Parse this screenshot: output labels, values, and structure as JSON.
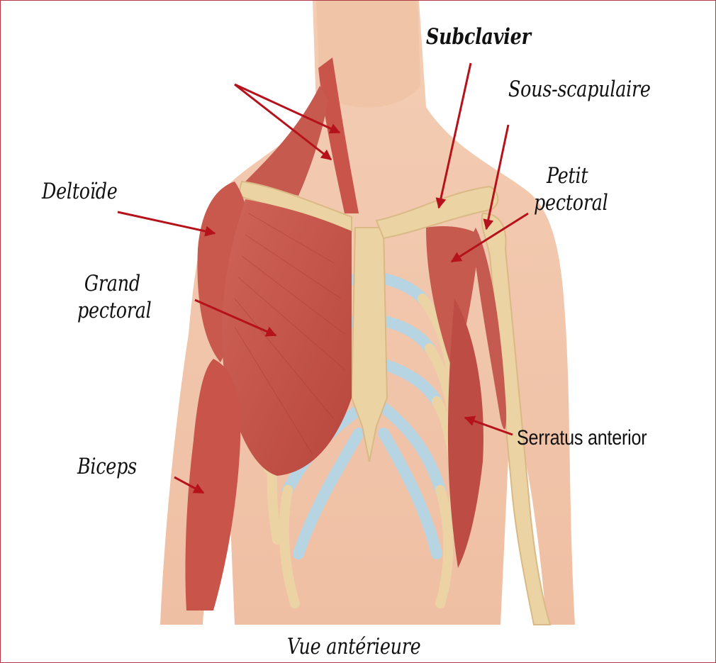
{
  "labels": {
    "subclavier": "Subclavier",
    "sous_scapulaire": "Sous-scapulaire",
    "petit_pectoral": [
      "Petit",
      "pectoral"
    ],
    "deltoide": "Deltoïde",
    "grand_pectoral": [
      "Grand",
      "pectoral"
    ],
    "biceps": "Biceps",
    "serratus_anterior": "Serratus anterior",
    "caption": "Vue antérieure"
  },
  "colors": {
    "frame": "#b23a48",
    "arrow": "#b5121b",
    "skin": "#f2c4a8",
    "muscle": "#c9544a",
    "muscle_dark": "#a63a33",
    "bone": "#ecd3a4",
    "cartilage": "#b7d4e3",
    "background": "#ffffff"
  }
}
